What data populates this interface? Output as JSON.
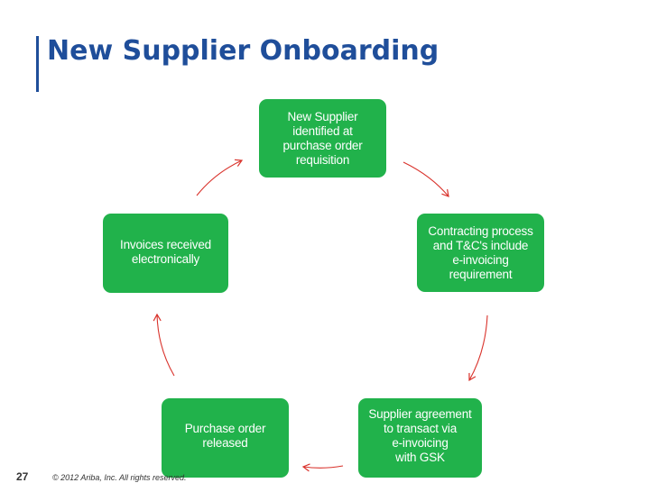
{
  "title": "New Supplier Onboarding",
  "colors": {
    "title": "#1f4e9a",
    "box_fill": "#21b24b",
    "box_text": "#ffffff",
    "arrow": "#d9322b"
  },
  "steps": [
    {
      "label": "New Supplier\nidentified  at\npurchase order\nrequisition"
    },
    {
      "label": "Contracting process\nand T&C's include\ne-invoicing\nrequirement"
    },
    {
      "label": "Supplier agreement\nto transact via\ne-invoicing\nwith GSK"
    },
    {
      "label": "Purchase order\nreleased"
    },
    {
      "label": "Invoices received\nelectronically"
    }
  ],
  "footer": {
    "page_number": "27",
    "copyright": "© 2012 Ariba, Inc. All rights reserved."
  }
}
